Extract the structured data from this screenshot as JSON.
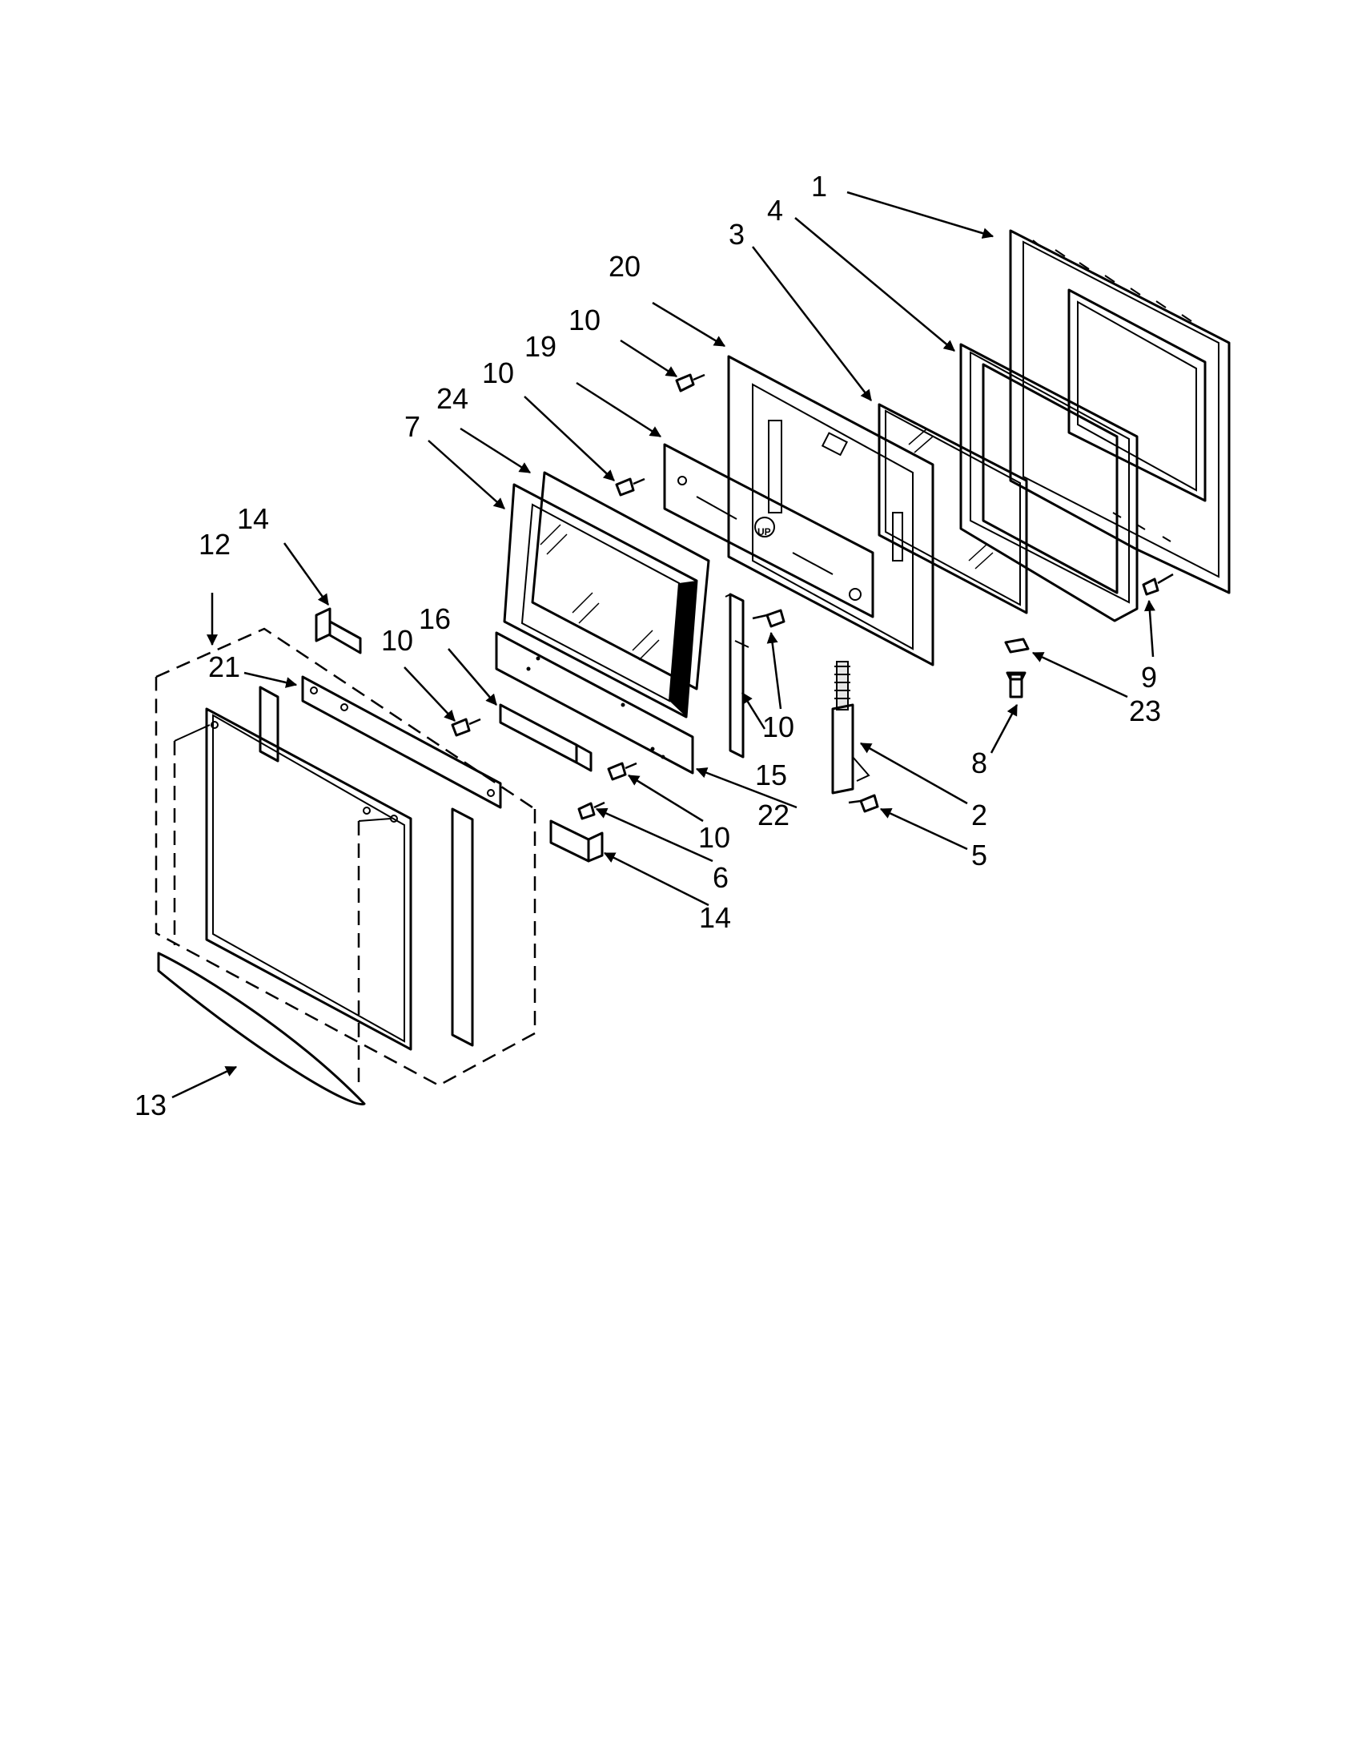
{
  "callouts": [
    {
      "id": "c1",
      "text": "1"
    },
    {
      "id": "c4",
      "text": "4"
    },
    {
      "id": "c3",
      "text": "3"
    },
    {
      "id": "c20",
      "text": "20"
    },
    {
      "id": "c10a",
      "text": "10"
    },
    {
      "id": "c19",
      "text": "19"
    },
    {
      "id": "c10b",
      "text": "10"
    },
    {
      "id": "c24",
      "text": "24"
    },
    {
      "id": "c7",
      "text": "7"
    },
    {
      "id": "c14a",
      "text": "14"
    },
    {
      "id": "c12",
      "text": "12"
    },
    {
      "id": "c16",
      "text": "16"
    },
    {
      "id": "c10c",
      "text": "10"
    },
    {
      "id": "c21",
      "text": "21"
    },
    {
      "id": "c10d",
      "text": "10"
    },
    {
      "id": "c15",
      "text": "15"
    },
    {
      "id": "c22",
      "text": "22"
    },
    {
      "id": "c10e",
      "text": "10"
    },
    {
      "id": "c6",
      "text": "6"
    },
    {
      "id": "c14b",
      "text": "14"
    },
    {
      "id": "c13",
      "text": "13"
    },
    {
      "id": "c2",
      "text": "2"
    },
    {
      "id": "c5",
      "text": "5"
    },
    {
      "id": "c8",
      "text": "8"
    },
    {
      "id": "c23",
      "text": "23"
    },
    {
      "id": "c9",
      "text": "9"
    }
  ],
  "markings": {
    "up_label": "UP"
  }
}
